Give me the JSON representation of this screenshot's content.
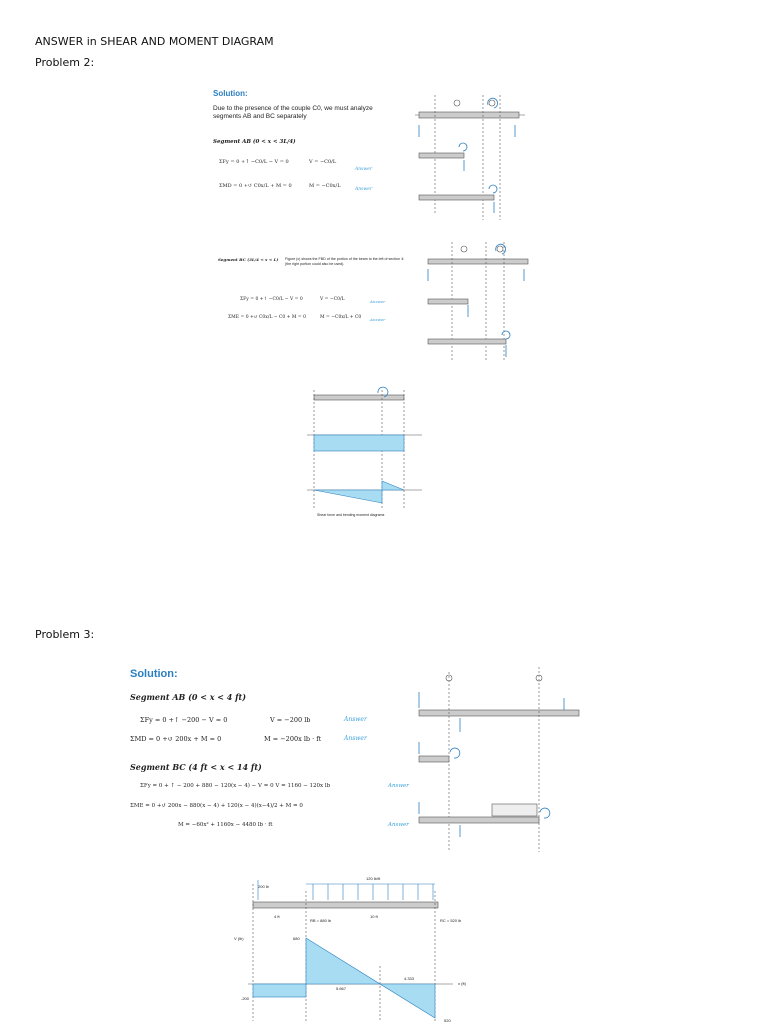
{
  "header": {
    "title": "ANSWER in SHEAR AND MOMENT DIAGRAM",
    "problem2": "Problem 2:",
    "problem3": "Problem 3:"
  },
  "p2": {
    "solution": "Solution:",
    "intro": "Due to the presence of the couple C0, we must analyze segments AB and BC separately",
    "segAB": "Segment AB (0 < x < 3L/4)",
    "eqAB1": "ΣFy = 0  +↑   −C0/L − V = 0",
    "resAB1": "V = −C0/L",
    "eqAB2": "ΣMD = 0  +↺  C0x/L + M = 0",
    "resAB2": "M = −C0x/L",
    "answer": "Answer",
    "segBC": "Segment BC (3L/4 < x < L)",
    "bcText": "Figure (c) shows the FBD of the portion of the beam to the left of section ② (the right portion could also be used).",
    "eqBC1": "ΣFy = 0  +↑   −C0/L − V = 0",
    "resBC1": "V = −C0/L",
    "eqBC2": "ΣME = 0  +↺  C0x/L − C0 + M = 0",
    "resBC2": "M = −C0x/L + C0",
    "caption": "Shear force and bending moment diagrams"
  },
  "p3": {
    "solution": "Solution:",
    "segAB": "Segment AB (0 < x < 4 ft)",
    "eqAB1": "ΣFy = 0   +↑   −200 − V = 0",
    "resAB1": "V = −200 lb",
    "eqAB2": "ΣMD = 0  +↺  200x + M = 0",
    "resAB2": "M = −200x lb · ft",
    "answer": "Answer",
    "segBC": "Segment BC (4 ft < x < 14 ft)",
    "eqBC1": "ΣFy = 0 + ↑  − 200 + 880 − 120(x − 4) − V = 0    V = 1160 − 120x lb",
    "eqBC2": "ΣME = 0 +↺ 200x − 880(x − 4) + 120(x − 4)(x−4)/2 + M = 0",
    "eqBC3": "M = −60x² + 1160x − 4480 lb · ft",
    "load": "120 lb/ft",
    "load200": "200 lb",
    "rb": "RB = 880 lb",
    "rc": "RC = 520 lb",
    "len4": "4 ft",
    "len10": "10 ft",
    "v880": "680",
    "v200": "-200",
    "v520": "520",
    "d5667": "5.667",
    "d4333": "4.333",
    "vaxis": "V (lb)",
    "xft": "x (ft)"
  }
}
